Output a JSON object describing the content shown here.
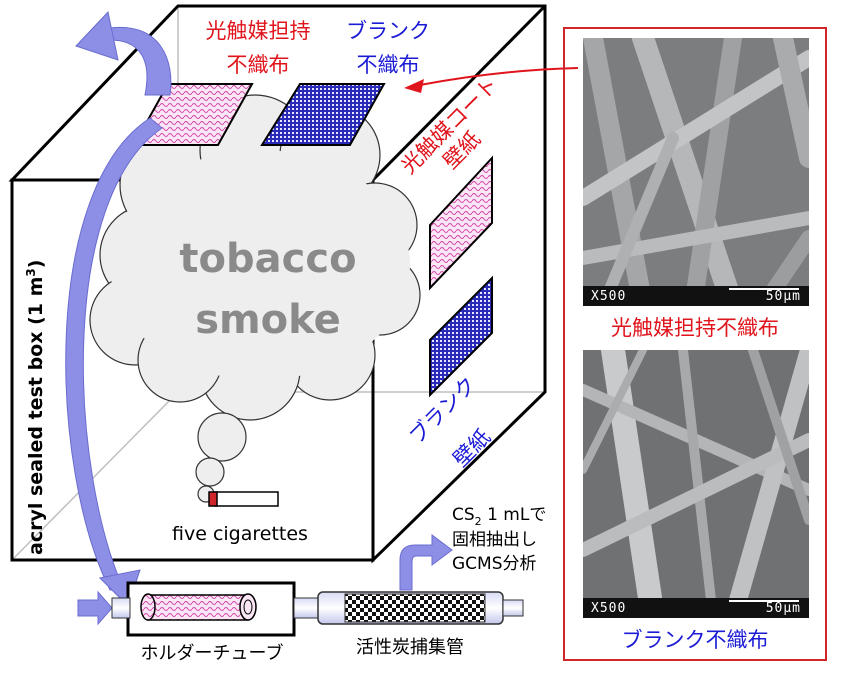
{
  "labels": {
    "photocatalyst_fabric": "光触媒担持\n不織布",
    "blank_fabric": "ブランク\n不織布",
    "photocatalyst_wallpaper": "光触媒コート\n壁紙",
    "blank_wallpaper": "ブランク\n壁紙",
    "smoke": "tobacco\nsmoke",
    "box": "acryl sealed test box (1 m",
    "box_sup": "3",
    "box_end": ")",
    "cigarettes": "five cigarettes",
    "holder_tube": "ホルダーチューブ",
    "charcoal_tube": "活性炭捕集管",
    "analysis_line1_pre": "CS",
    "analysis_line1_sub": "2",
    "analysis_line1_post": " 1 mLで",
    "analysis_line2": "固相抽出し",
    "analysis_line3": "GCMS分析"
  },
  "sem": {
    "top": {
      "magnification": "X500",
      "scale": "50μm",
      "caption": "光触媒担持不織布"
    },
    "bottom": {
      "magnification": "X500",
      "scale": "50μm",
      "caption": "ブランク不織布"
    }
  },
  "colors": {
    "red": "#e0141c",
    "blue": "#1b1bd6",
    "frame_red": "#d0262b",
    "arrow": "#8d8fe6",
    "smoke_text": "#8a8a8a"
  }
}
